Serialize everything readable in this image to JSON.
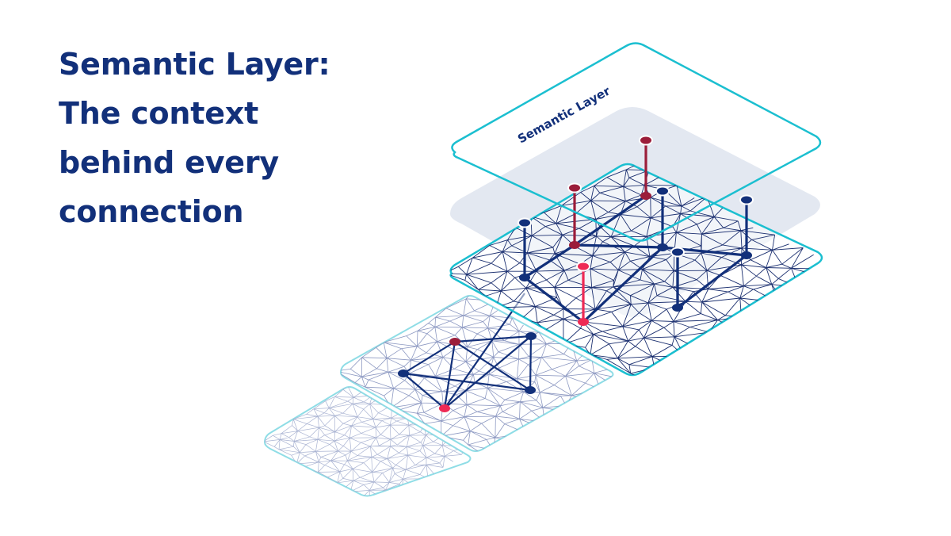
{
  "headline": {
    "line1": "Semantic Layer:",
    "line2": "The context",
    "line3": "behind every",
    "line4": "connection"
  },
  "diagram": {
    "layer_label": "Semantic Layer"
  },
  "colors": {
    "navy": "#12307a",
    "teal": "#1bbfd0",
    "light_teal": "#8fdde6",
    "crimson": "#9b1d3a",
    "pink": "#ee2a55",
    "shadow": "#e3e8f1",
    "mesh": "#1c3070",
    "mesh_light": "#6f7fb0"
  }
}
